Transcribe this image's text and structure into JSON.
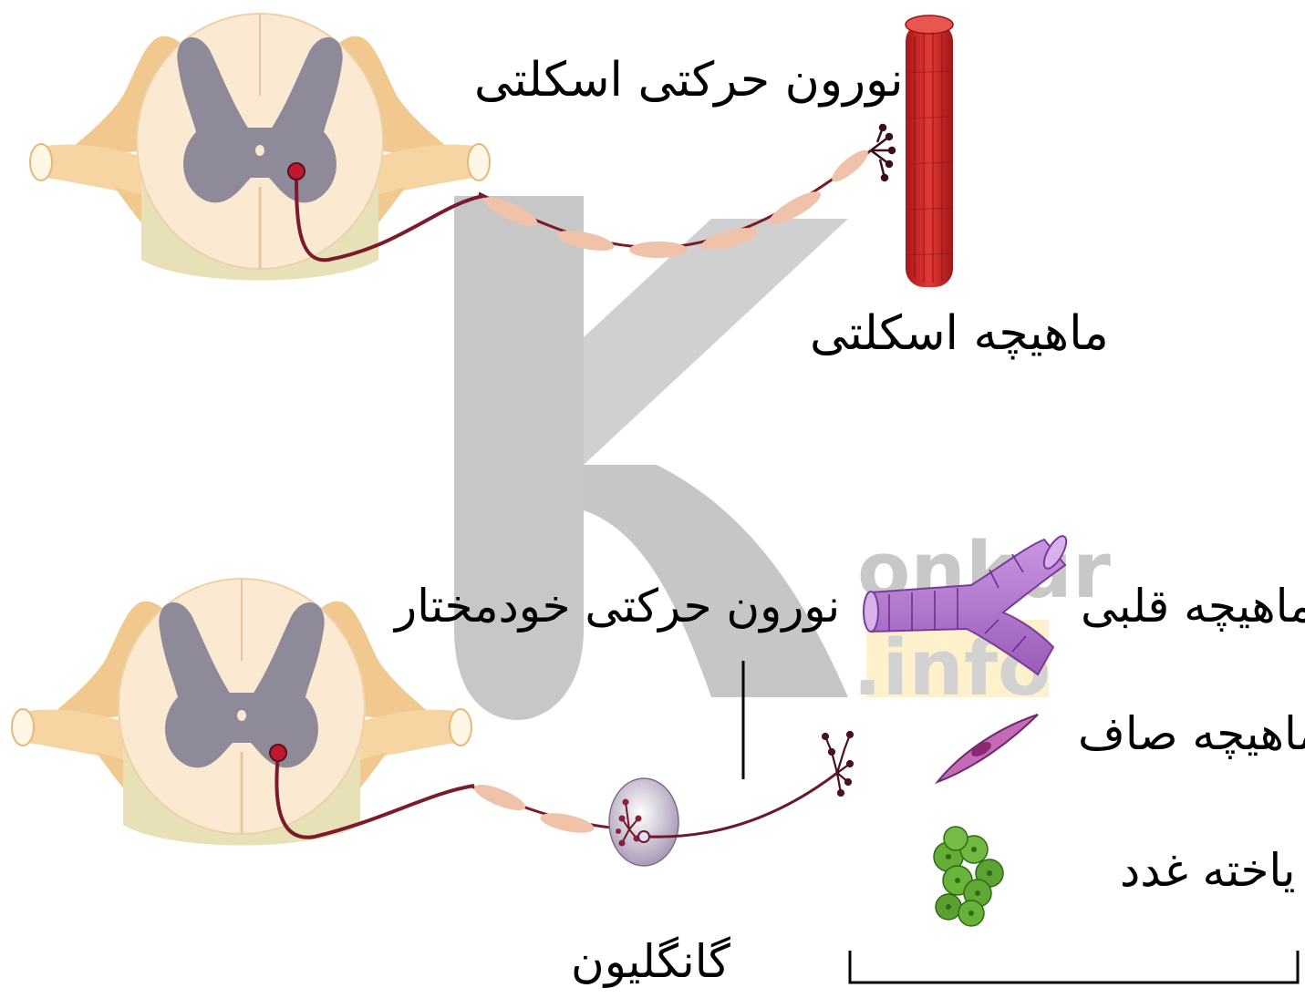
{
  "labels": {
    "skeletal_neuron": "نورون حرکتی اسکلتی",
    "skeletal_muscle": "ماهیچه اسکلتی",
    "autonomic_neuron": "نورون حرکتی خودمختار",
    "ganglion": "گانگلیون",
    "cardiac_muscle": "ماهیچه قلبی",
    "smooth_muscle": "ماهیچه صاف",
    "gland_cell": "یاخته غدد"
  },
  "watermark": {
    "text_top": "onkur",
    "text_bottom": ".info"
  },
  "colors": {
    "gray_matter": "#8f8a9a",
    "white_matter": "#fbe9d2",
    "nerve_root": "#f1c98f",
    "axon": "#7a1a2a",
    "myelin": "#f0c2aa",
    "skeletal_muscle": "#d62a2a",
    "cardiac_muscle": "#b578d1",
    "smooth_muscle": "#c36bb6",
    "gland": "#66ad38",
    "ganglion": "#d8d0e0",
    "watermark_gray": "#bdbdbd",
    "watermark_orange": "#ffe39a"
  }
}
